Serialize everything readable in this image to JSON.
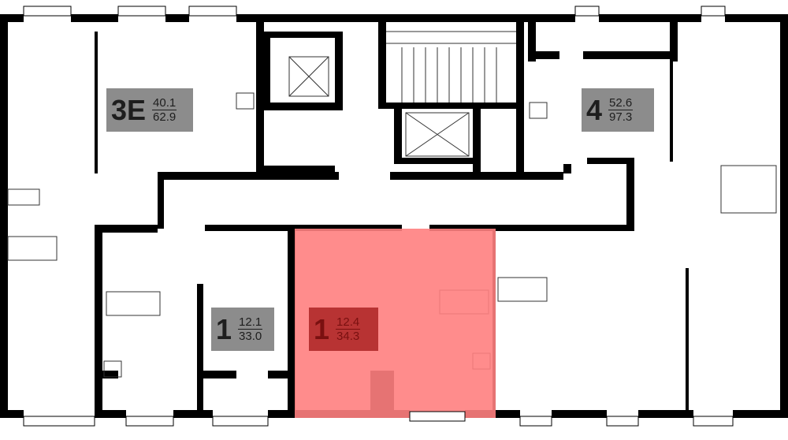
{
  "plan": {
    "colors": {
      "wall": "#000000",
      "label_bg": "#8c8c8c",
      "selected_fill": "#ff7f7f",
      "selected_label_bg": "#b83333"
    },
    "units": [
      {
        "id": "unit-3e",
        "rooms": "3E",
        "living_area": "40.1",
        "total_area": "62.9",
        "selected": false
      },
      {
        "id": "unit-4",
        "rooms": "4",
        "living_area": "52.6",
        "total_area": "97.3",
        "selected": false
      },
      {
        "id": "unit-1a",
        "rooms": "1",
        "living_area": "12.1",
        "total_area": "33.0",
        "selected": false
      },
      {
        "id": "unit-1b",
        "rooms": "1",
        "living_area": "12.4",
        "total_area": "34.3",
        "selected": true
      }
    ]
  }
}
